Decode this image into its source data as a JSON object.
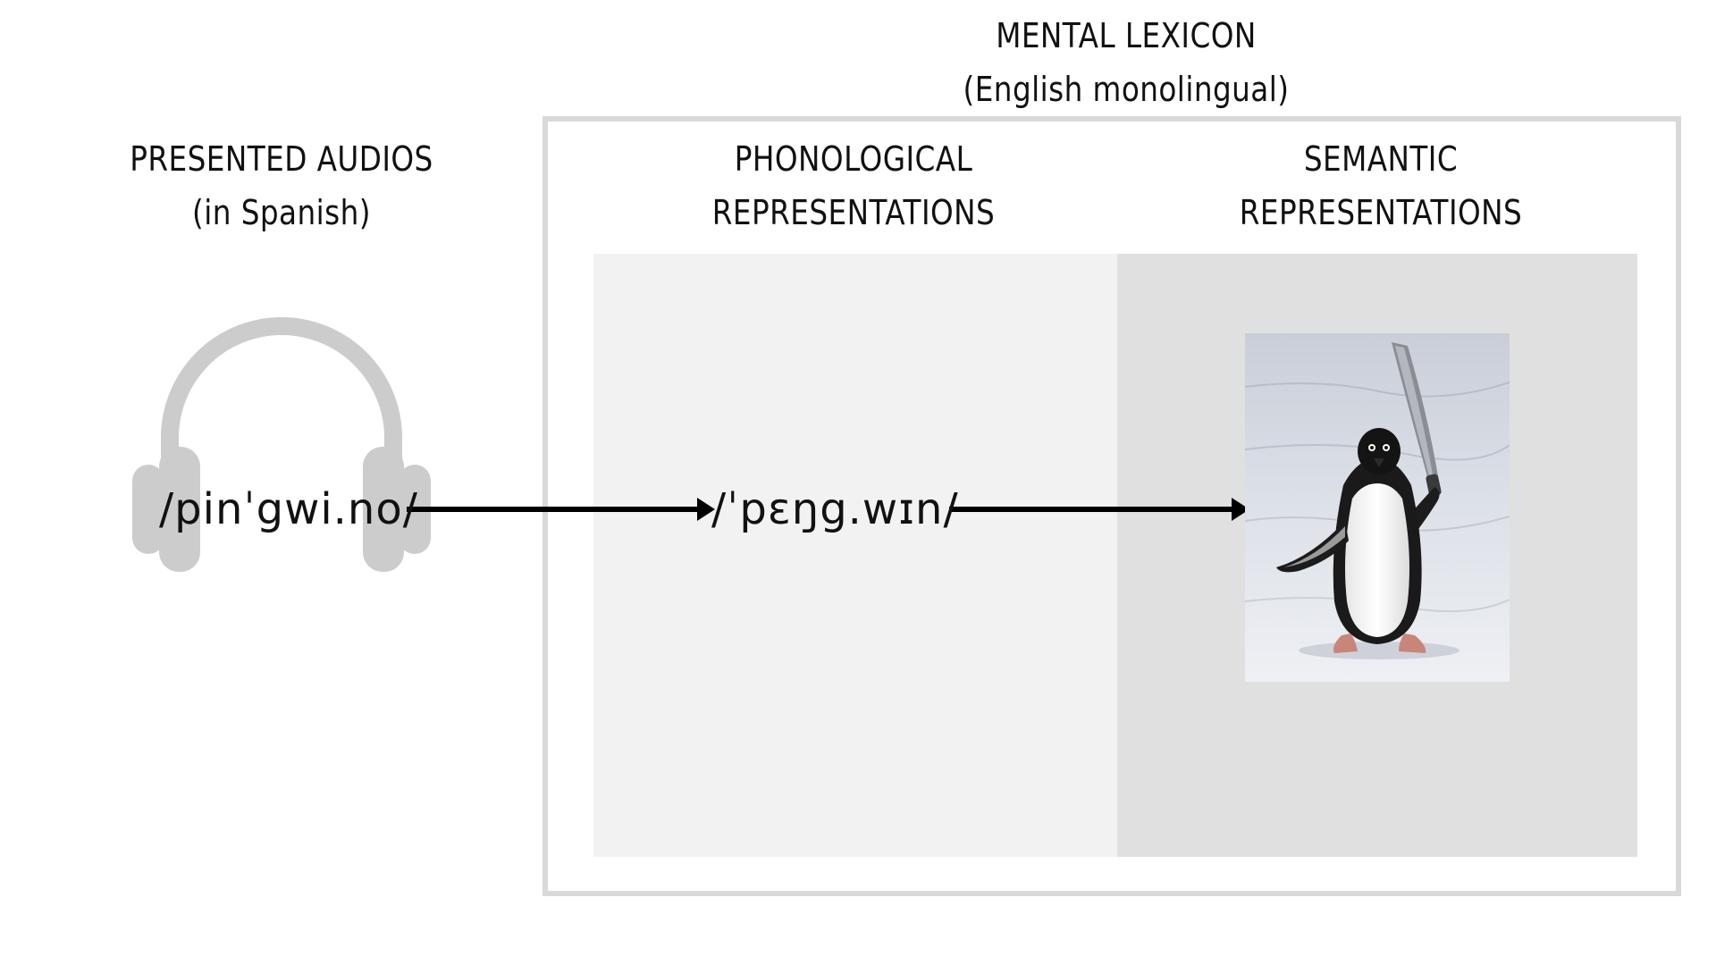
{
  "lexicon": {
    "title_line1": "MENTAL LEXICON",
    "title_line2": "(English monolingual)"
  },
  "audio": {
    "heading_line1": "PRESENTED AUDIOS",
    "heading_line2": "(in Spanish)",
    "icon": "headphones-icon",
    "transcription": "/pinˈgwi.no/"
  },
  "phonological": {
    "heading_line1": "PHONOLOGICAL",
    "heading_line2": "REPRESENTATIONS",
    "transcription": "/ˈpɛŋg.wɪn/"
  },
  "semantic": {
    "heading_line1": "SEMANTIC",
    "heading_line2": "REPRESENTATIONS",
    "image": "penguin-photo"
  },
  "colors": {
    "box_border": "#d9d9d9",
    "phonological_panel": "#f2f2f2",
    "semantic_panel": "#e0e0e0",
    "headphones": "#cccccc",
    "arrow": "#000000"
  }
}
